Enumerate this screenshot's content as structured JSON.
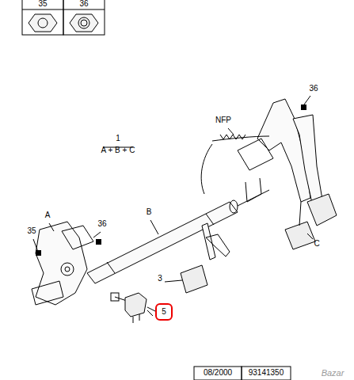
{
  "diagram": {
    "labels": [
      "35",
      "36",
      "1",
      "A + B + C",
      "NFP",
      "36",
      "B",
      "A",
      "35",
      "36",
      "3",
      "5",
      "C",
      "08/2000",
      "93141350",
      "Bazar"
    ]
  }
}
